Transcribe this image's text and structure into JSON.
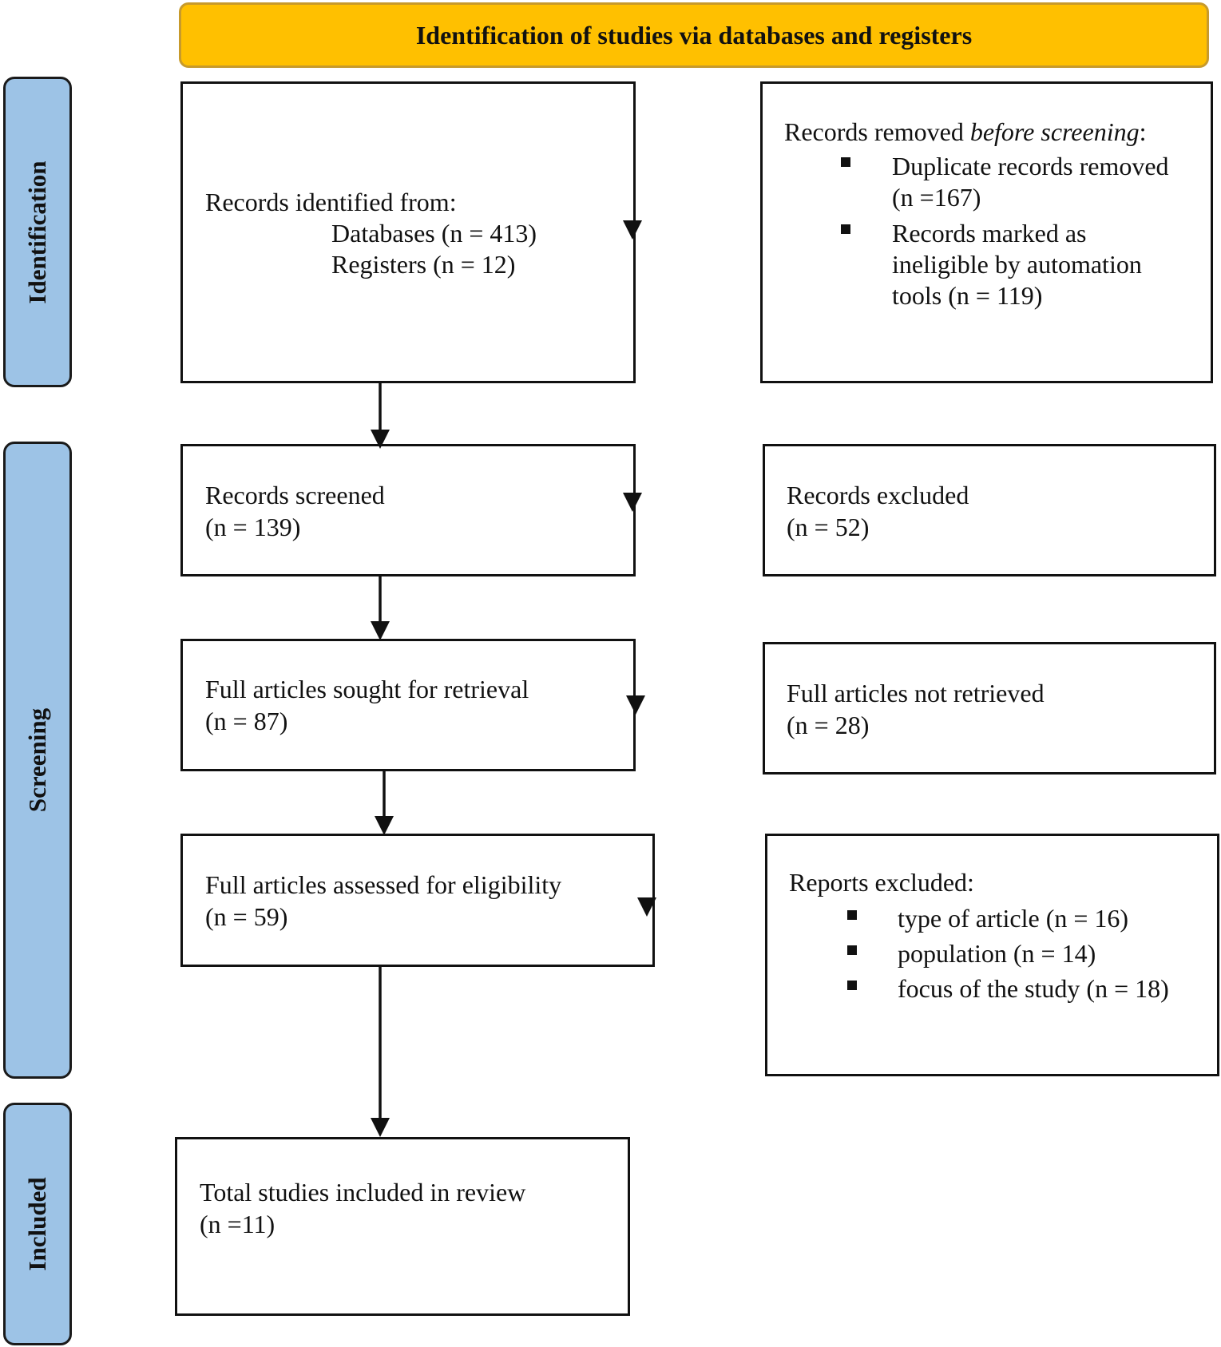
{
  "header": {
    "title": "Identification of studies via databases and registers"
  },
  "phases": {
    "identification": "Identification",
    "screening": "Screening",
    "included": "Included"
  },
  "records_identified": {
    "title": "Records identified from:",
    "databases": "Databases (n = 413)",
    "registers": "Registers (n = 12)"
  },
  "removed_before_screening": {
    "title_prefix": "Records removed ",
    "title_emphasis": "before screening",
    "title_suffix": ":",
    "items": [
      {
        "line1": "Duplicate records removed",
        "line2": "(n =167)"
      },
      {
        "line1": "Records marked as",
        "line2": "ineligible by automation",
        "line3": "tools (n = 119)"
      }
    ]
  },
  "records_screened": {
    "title": "Records screened",
    "count": "(n = 139)"
  },
  "records_excluded": {
    "title": "Records excluded",
    "count": "(n = 52)"
  },
  "sought_for_retrieval": {
    "title": "Full articles sought for retrieval",
    "count": "(n = 87)"
  },
  "not_retrieved": {
    "title": "Full articles not retrieved",
    "count": "(n = 28)"
  },
  "assessed_for_eligibility": {
    "title": "Full articles assessed for eligibility",
    "count": "(n = 59)"
  },
  "reports_excluded": {
    "title": "Reports excluded:",
    "items": [
      "type of article (n = 16)",
      "population (n = 14)",
      "focus of the study (n = 18)"
    ]
  },
  "included": {
    "title": "Total studies included in review",
    "count": "(n =11)"
  },
  "colors": {
    "header_fill": "#ffc000",
    "phase_fill": "#9dc3e6",
    "stroke": "#111111"
  }
}
